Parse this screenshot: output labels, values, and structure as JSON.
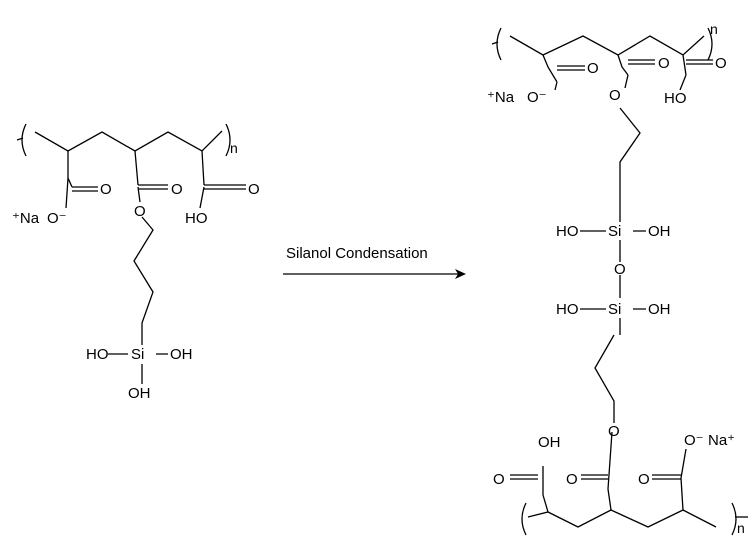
{
  "reaction": {
    "arrow_label": "Silanol Condensation"
  },
  "reactant": {
    "sodium": "⁺Na",
    "carboxylate_o": "O⁻",
    "carboxylate_dbl_o": "O",
    "ester_dbl_o": "O",
    "ester_o": "O",
    "acid_dbl_o": "O",
    "acid_oh": "HO",
    "repeat_n": "n",
    "silicon": "Si",
    "si_oh_left": "HO",
    "si_oh_right": "OH",
    "si_oh_bottom": "OH"
  },
  "product": {
    "top": {
      "sodium": "⁺Na",
      "carboxylate_o": "O⁻",
      "carboxylate_dbl_o": "O",
      "ester_dbl_o": "O",
      "ester_o": "O",
      "acid_dbl_o": "O",
      "acid_oh": "HO",
      "repeat_n": "n"
    },
    "siloxane": {
      "si_upper": "Si",
      "si_upper_oh_left": "HO",
      "si_upper_oh_right": "OH",
      "bridge_o": "O",
      "si_lower": "Si",
      "si_lower_oh_left": "HO",
      "si_lower_oh_right": "OH"
    },
    "bottom": {
      "acid_oh": "OH",
      "acid_dbl_o": "O",
      "ester_o": "O",
      "ester_dbl_o": "O",
      "carboxylate_o": "O⁻",
      "sodium": "Na⁺",
      "carboxylate_dbl_o": "O",
      "repeat_n": "n"
    }
  }
}
